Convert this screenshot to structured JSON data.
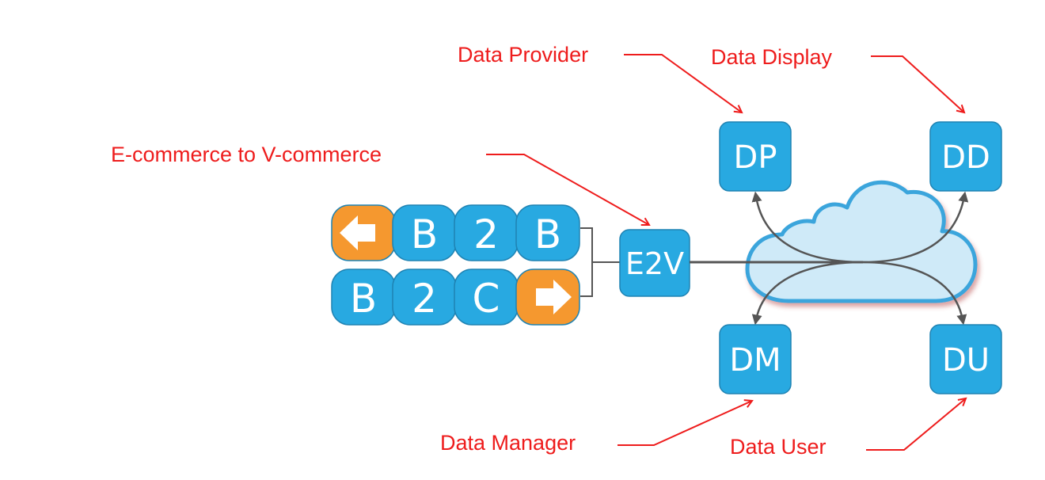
{
  "colors": {
    "box_blue": "#28a9e1",
    "box_stroke": "#1f83b3",
    "orange": "#f5982f",
    "annotation_red": "#ee1c1c",
    "cloud_fill": "#cfeaf8",
    "cloud_stroke": "#3aa5dc",
    "connector": "#555555"
  },
  "annotations": {
    "data_provider": "Data Provider",
    "data_display": "Data Display",
    "ecommerce_to_vcommerce": "E-commerce to V-commerce",
    "data_manager": "Data Manager",
    "data_user": "Data User"
  },
  "row_b2b": {
    "left_arrow_icon": "arrow-left-icon",
    "tile_1": "B",
    "tile_2": "2",
    "tile_3": "B"
  },
  "row_b2c": {
    "tile_1": "B",
    "tile_2": "2",
    "tile_3": "C",
    "right_arrow_icon": "arrow-right-icon"
  },
  "hub": {
    "label": "E2V"
  },
  "nodes": {
    "dp": "DP",
    "dd": "DD",
    "dm": "DM",
    "du": "DU"
  }
}
